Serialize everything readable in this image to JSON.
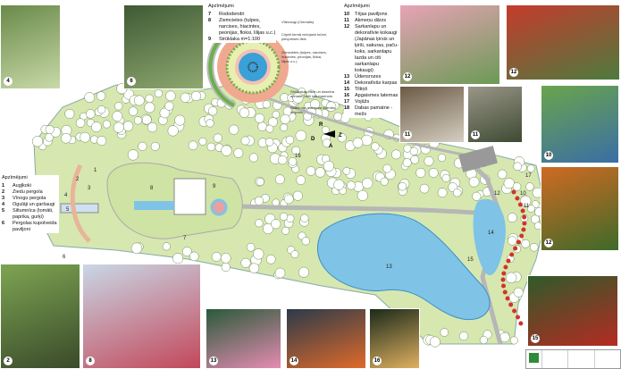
{
  "legend_top_left": {
    "title": "Apzīmējumi",
    "items": [
      {
        "n": "7",
        "label": "Rododendri"
      },
      {
        "n": "8",
        "label": "Ziemcietes (tulpes, narcises, hiacintes, peonijas, floksi, lilijas u.c.)"
      },
      {
        "n": "9",
        "label": "Strūklaka  m=1:100"
      }
    ]
  },
  "legend_right": {
    "title": "Apzīmējumi",
    "items": [
      {
        "n": "10",
        "label": "Tējas paviljons"
      },
      {
        "n": "11",
        "label": "Akmeņu dārzs"
      },
      {
        "n": "12",
        "label": "Sarkanlapu un dekoratīvie kokaugi (Japānas ķirsis un ķirši, sakuras, paču-koks, sarkanlapu lazda un citi sarkanlapu kokaugi)"
      },
      {
        "n": "13",
        "label": "Ūdensrozes"
      },
      {
        "n": "14",
        "label": "Dekoratīvās karpas"
      },
      {
        "n": "15",
        "label": "Tiltiņš"
      },
      {
        "n": "16",
        "label": "Apgaismes laternas"
      },
      {
        "n": "17",
        "label": "Vojāžs"
      },
      {
        "n": "18",
        "label": "Dabas pamatne - mežs"
      }
    ]
  },
  "legend_left": {
    "title": "Apzīmējumi",
    "items": [
      {
        "n": "1",
        "label": "Augļkoki"
      },
      {
        "n": "2",
        "label": "Ziedu pergola"
      },
      {
        "n": "3",
        "label": "Vīnogu pergola"
      },
      {
        "n": "4",
        "label": "Ogulāji un garšaugi"
      },
      {
        "n": "5",
        "label": "Siltumnīca (tomāti, paprika, gurķi)"
      },
      {
        "n": "6",
        "label": "Pergolas kupolveida paviljoni"
      }
    ]
  },
  "fountain_labels": [
    "Vītenaugi (Clematis)",
    "Cirptā formā večojami krūmi, piecpreses tīkls",
    "Ziemcietes (tulpes, narcises, hiacintes, peonijas, floksi, lilijas u.c.)",
    "Strūklakas vāze un baseina apmale: balti noš marmors",
    "Sbārti noš marmora šķembu segums"
  ],
  "compass": {
    "n": "R",
    "e": "Z",
    "s": "D",
    "w": "A"
  },
  "plan_numbers": [
    "1",
    "2",
    "3",
    "4",
    "5",
    "6",
    "7",
    "8",
    "9",
    "10",
    "11",
    "12",
    "13",
    "14",
    "15",
    "16",
    "17"
  ],
  "photos": [
    {
      "badge": "4",
      "colors": [
        "#6a8a4a",
        "#c8d9a8"
      ]
    },
    {
      "badge": "6",
      "colors": [
        "#3f5a35",
        "#8fa870"
      ]
    },
    {
      "badge": "12",
      "colors": [
        "#e7a3b6",
        "#6b9a55"
      ]
    },
    {
      "badge": "12",
      "colors": [
        "#c53b2c",
        "#4d7b3e"
      ]
    },
    {
      "badge": "11",
      "colors": [
        "#6b5a44",
        "#d5cfc2"
      ]
    },
    {
      "badge": "11",
      "colors": [
        "#9a9688",
        "#3d4a32"
      ]
    },
    {
      "badge": "10",
      "colors": [
        "#6aa44c",
        "#3a6ea5"
      ]
    },
    {
      "badge": "12",
      "colors": [
        "#d06a22",
        "#3e6a2a"
      ]
    },
    {
      "badge": "15",
      "colors": [
        "#2f5a2a",
        "#b52b22"
      ]
    },
    {
      "badge": "2",
      "colors": [
        "#7da452",
        "#3a4a2a"
      ]
    },
    {
      "badge": "8",
      "colors": [
        "#c9d7e6",
        "#c2485a"
      ]
    },
    {
      "badge": "13",
      "colors": [
        "#2a5a3a",
        "#e58cb2"
      ]
    },
    {
      "badge": "14",
      "colors": [
        "#2a3a4a",
        "#e06a2a"
      ]
    },
    {
      "badge": "16",
      "colors": [
        "#1a2a1a",
        "#e0b060"
      ]
    }
  ],
  "colors": {
    "lawn": "#d6e7b0",
    "tree": "#ffffff",
    "path": "#b6b6b6",
    "water": "#7fc3e6",
    "flower": "#e48a8a"
  }
}
